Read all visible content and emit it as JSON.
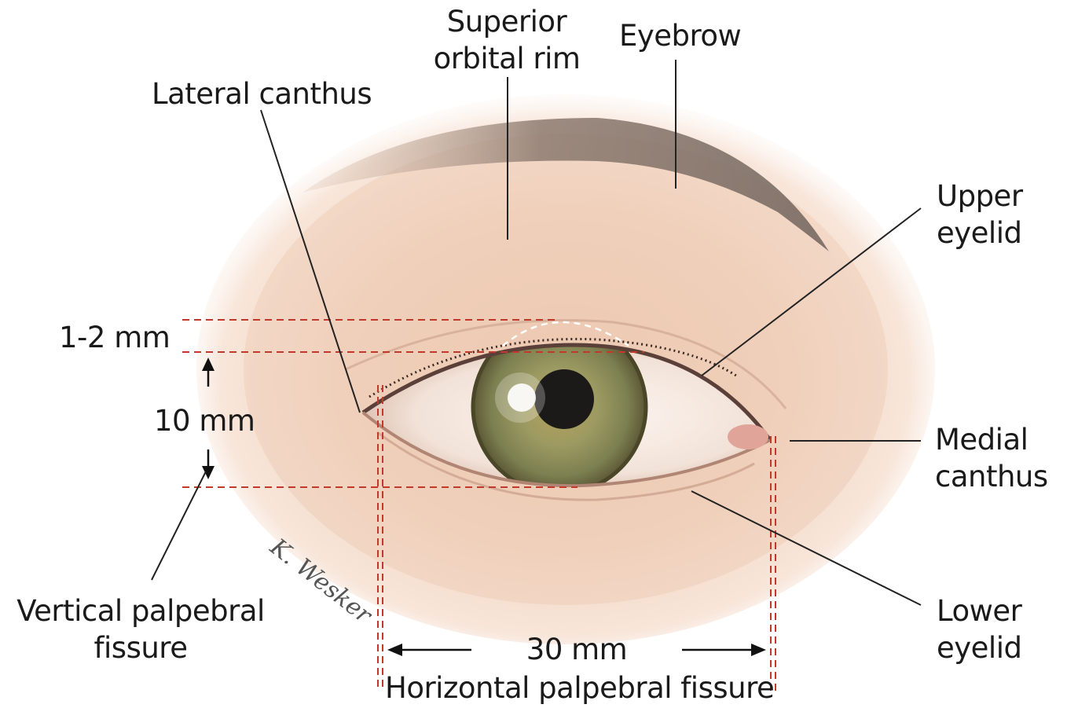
{
  "labels": {
    "superior_orbital_rim": [
      "Superior",
      "orbital rim"
    ],
    "eyebrow": "Eyebrow",
    "lateral_canthus": "Lateral canthus",
    "upper_eyelid": [
      "Upper",
      "eyelid"
    ],
    "medial_canthus": [
      "Medial",
      "canthus"
    ],
    "lower_eyelid": [
      "Lower",
      "eyelid"
    ],
    "vertical_palpebral_fissure": [
      "Vertical palpebral",
      "fissure"
    ],
    "horizontal_palpebral_fissure": "Horizontal palpebral fissure"
  },
  "measurements": {
    "lid_margin": "1-2 mm",
    "vertical": "10 mm",
    "horizontal": "30 mm"
  },
  "signature": "K. Wesker",
  "colors": {
    "guide_line": "#c0392b",
    "leader_line": "#222222",
    "skin": "#f1d2bc",
    "iris": "#8a8a55",
    "brow": "#7b6a60"
  }
}
